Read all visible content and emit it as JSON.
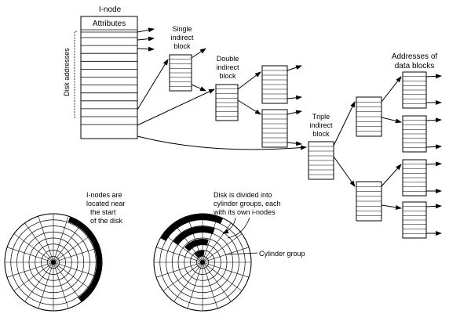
{
  "labels": {
    "inode": "I-node",
    "attributes": "Attributes",
    "disk_addresses": "Disk addresses",
    "single_indirect": [
      "Single",
      "indirect",
      "block"
    ],
    "double_indirect": [
      "Double",
      "indirect",
      "block"
    ],
    "triple_indirect": [
      "Triple",
      "indirect",
      "block"
    ],
    "addresses_of_data_blocks": [
      "Addresses of",
      "data blocks"
    ],
    "inodes_near_start": [
      "I-nodes are",
      "located near",
      "the start",
      "of the disk"
    ],
    "disk_divided": [
      "Disk is divided into",
      "cylinder groups, each",
      "with its own i-nodes"
    ],
    "cylinder_group": "Cylinder group"
  }
}
